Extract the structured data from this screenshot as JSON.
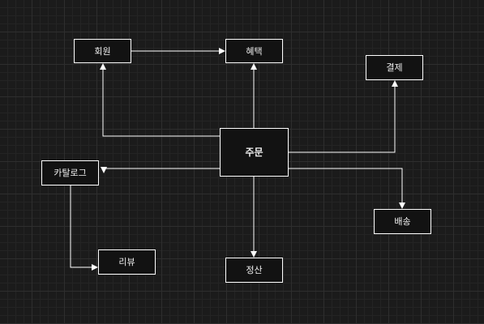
{
  "diagram": {
    "nodes": {
      "member": "회원",
      "benefit": "혜택",
      "payment": "결제",
      "order": "주문",
      "catalog": "카탈로그",
      "delivery": "배송",
      "review": "리뷰",
      "settlement": "정산"
    },
    "edges": [
      {
        "from": "member",
        "to": "benefit"
      },
      {
        "from": "order",
        "to": "member"
      },
      {
        "from": "order",
        "to": "benefit"
      },
      {
        "from": "order",
        "to": "payment"
      },
      {
        "from": "order",
        "to": "catalog"
      },
      {
        "from": "order",
        "to": "delivery"
      },
      {
        "from": "order",
        "to": "settlement"
      },
      {
        "from": "catalog",
        "to": "review"
      }
    ]
  },
  "colors": {
    "background": "#1b1b1b",
    "grid": "#2e2e2e",
    "node_fill": "#121212",
    "stroke": "#ffffff",
    "text": "#f0f0f0"
  }
}
